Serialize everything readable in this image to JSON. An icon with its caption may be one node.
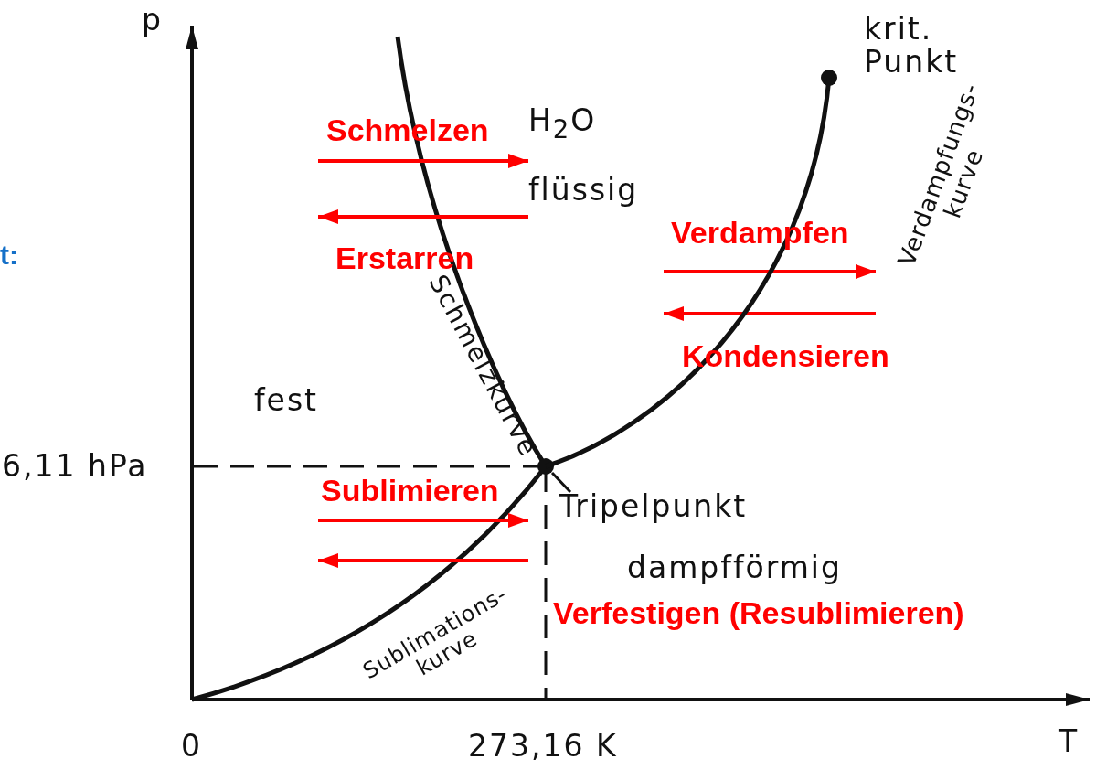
{
  "diagram": {
    "nodes": [
      {
        "text": [],
        "shape": "circle"
      },
      {
        "text": [
          "Tripelpunkt"
        ]
      },
      {
        "text": [],
        "shape": "circle"
      }
    ],
    "edges": [
      {
        "from": 1,
        "to": 2,
        "arrow": "none"
      },
      {
        "from": 2,
        "to": 0,
        "arrow": "none"
      }
    ],
    "labels": [
      "p",
      "krit. Punkt",
      "Schmelzen",
      "H$_{2}$O",
      "Schmelzkurve",
      "flüssig",
      "t:",
      "Verdampfen",
      "Erstarren",
      "Verdampfungs- kurve",
      "Kondensieren",
      "fest",
      "6,11 hPa",
      "Sublimieren",
      "dampfförmig",
      "Sublimations- kurve",
      "Verfestigen (Resublimieren)",
      "0",
      "273,16 K",
      "T"
    ]
  }
}
